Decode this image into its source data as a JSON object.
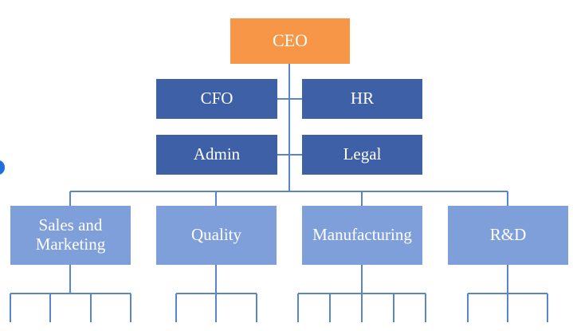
{
  "colors": {
    "ceo": "#F79646",
    "exec": "#3E60A6",
    "dept": "#7F9FDB",
    "line": "#5B85C9",
    "edge_dot": "#1F6FE0"
  },
  "chart": {
    "ceo": "CEO",
    "executives": [
      "CFO",
      "HR",
      "Admin",
      "Legal"
    ],
    "departments": [
      "Sales and\nMarketing",
      "Quality",
      "Manufacturing",
      "R&D"
    ]
  }
}
